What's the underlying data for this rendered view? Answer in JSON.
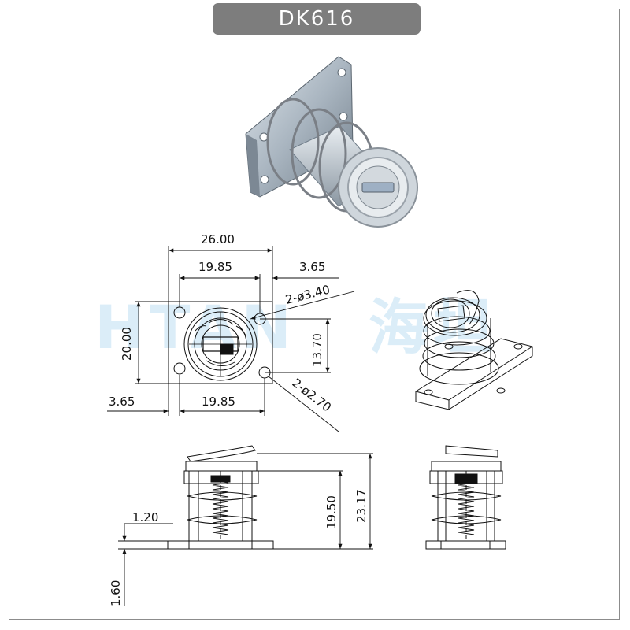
{
  "title": "DK616",
  "watermark": {
    "latin": "HTAN",
    "chinese": "海坦"
  },
  "colors": {
    "title_bg": "#7d7d7d",
    "frame": "#8c8c8c",
    "line": "#111111",
    "watermark": "#bfe0f4"
  },
  "dimensions": {
    "overall_width": "26.00",
    "hole_spacing_top": "19.85",
    "offset_top_right": "3.65",
    "large_hole": "2-ø3.40",
    "height": "20.00",
    "inner_height": "13.70",
    "offset_bottom_left": "3.65",
    "hole_spacing_bottom": "19.85",
    "small_hole": "2-ø2.70",
    "plate_thickness": "1.20",
    "body_height": "19.50",
    "total_height": "23.17",
    "base_height": "1.60"
  }
}
